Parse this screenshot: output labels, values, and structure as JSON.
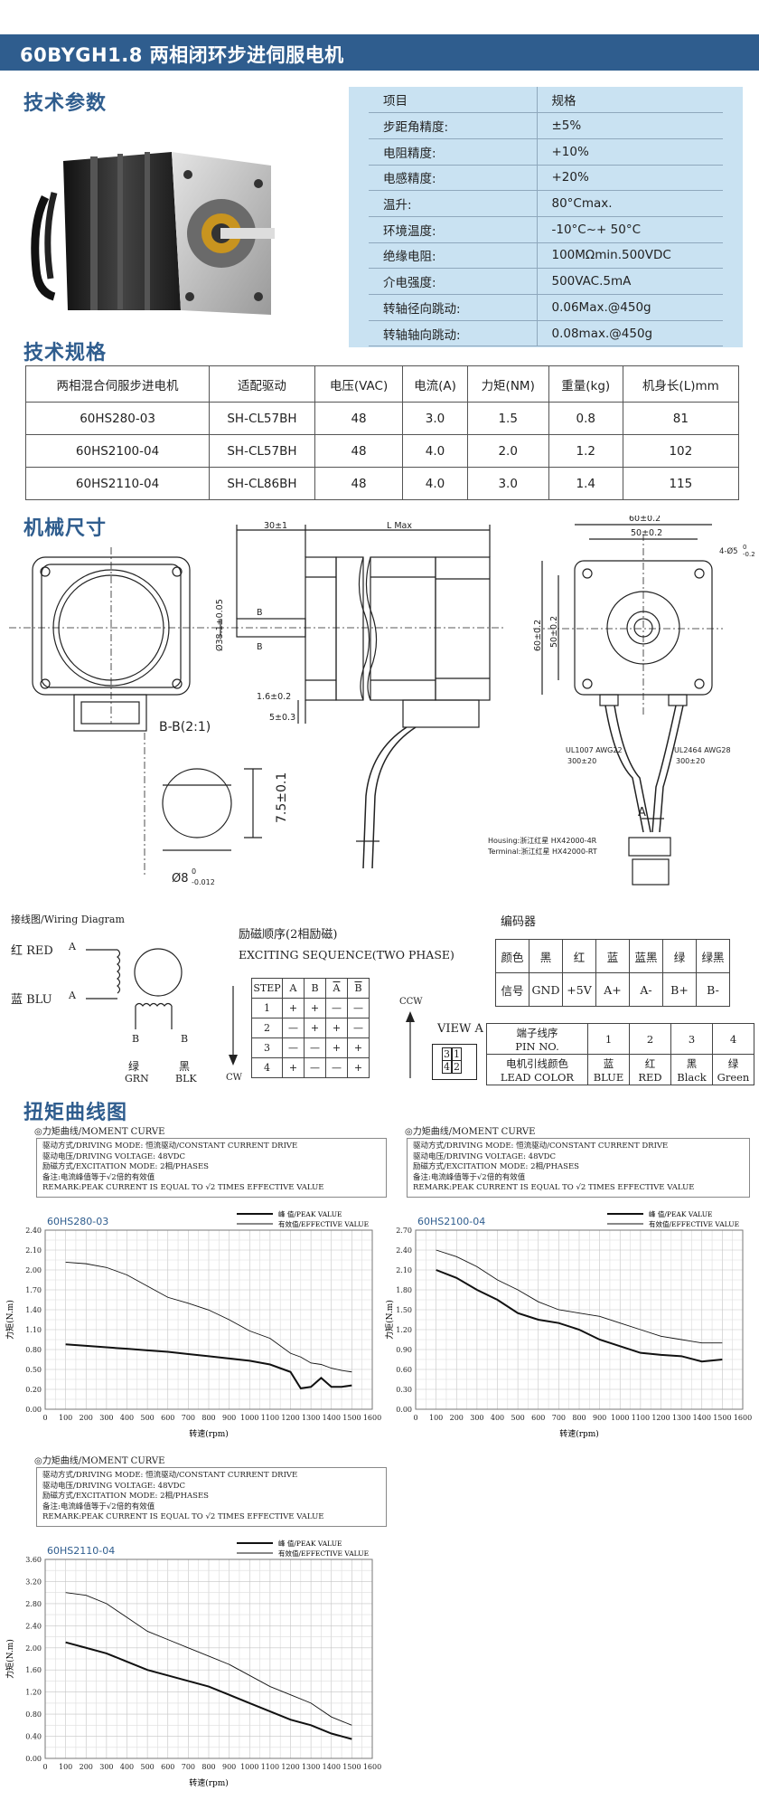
{
  "header": {
    "title": "60BYGH1.8 两相闭环步进伺服电机"
  },
  "sections": {
    "params": "技术参数",
    "specs": "技术规格",
    "mech": "机械尺寸",
    "torque": "扭矩曲线图"
  },
  "params_table": [
    [
      "项目",
      "规格"
    ],
    [
      "步距角精度:",
      "±5%"
    ],
    [
      "电阻精度:",
      "+10%"
    ],
    [
      "电感精度:",
      "+20%"
    ],
    [
      "温升:",
      "80°Cmax."
    ],
    [
      "环境温度:",
      "-10°C~+ 50°C"
    ],
    [
      "绝缘电阻:",
      "100MΩmin.500VDC"
    ],
    [
      "介电强度:",
      "500VAC.5mA"
    ],
    [
      "转轴径向跳动:",
      "0.06Max.@450g"
    ],
    [
      "转轴轴向跳动:",
      "0.08max.@450g"
    ]
  ],
  "spec_table": {
    "headers": [
      "两相混合伺服步进电机",
      "适配驱动",
      "电压(VAC)",
      "电流(A)",
      "力矩(NM)",
      "重量(kg)",
      "机身长(L)mm"
    ],
    "rows": [
      [
        "60HS280-03",
        "SH-CL57BH",
        "48",
        "3.0",
        "1.5",
        "0.8",
        "81"
      ],
      [
        "60HS2100-04",
        "SH-CL57BH",
        "48",
        "4.0",
        "2.0",
        "1.2",
        "102"
      ],
      [
        "60HS2110-04",
        "SH-CL86BH",
        "48",
        "4.0",
        "3.0",
        "1.4",
        "115"
      ]
    ]
  },
  "drawing": {
    "dim_30": "30±1",
    "dim_L": "L Max",
    "dim_shaft": "Ø38.1±0.05",
    "dim_16": "1.6±0.2",
    "dim_5": "5±0.3",
    "bb": "B-B(2:1)",
    "dim_75": "7.5±0.1",
    "dim_8": "Ø8",
    "dim_8_tol_top": "0",
    "dim_8_tol_bot": "-0.012",
    "b_mark": "B",
    "dim_60": "60±0.2",
    "dim_50": "50±0.2",
    "dim_60v": "60±0.2",
    "dim_50v": "50±0.2",
    "dim_hole": "4-Ø5",
    "dim_hole_tol_top": "0",
    "dim_hole_tol_bot": "-0.2",
    "ul1007": "UL1007 AWG22",
    "ul1007_len": "300±20",
    "ul2464": "UL2464 AWG28",
    "ul2464_len": "300±20",
    "a_mark": "A",
    "housing": "Housing:浙江红星 HX42000-4R",
    "terminal": "Terminal:浙江红星 HX42000-RT"
  },
  "wiring": {
    "title": "接线图/Wiring  Diagram",
    "red": "红 RED",
    "blu": "蓝 BLU",
    "a1": "A",
    "a2": "A",
    "b1": "B",
    "b2": "B",
    "grn": "绿",
    "grn_en": "GRN",
    "blk": "黑",
    "blk_en": "BLK"
  },
  "exciting": {
    "title_cn": "励磁顺序(2相励磁)",
    "title_en": "EXCITING SEQUENCE(TWO PHASE)",
    "headers": [
      "STEP",
      "A",
      "B",
      "A",
      "B"
    ],
    "rows": [
      [
        "1",
        "+",
        "+",
        "—",
        "—"
      ],
      [
        "2",
        "—",
        "+",
        "+",
        "—"
      ],
      [
        "3",
        "—",
        "—",
        "+",
        "+"
      ],
      [
        "4",
        "+",
        "—",
        "—",
        "+"
      ]
    ],
    "ccw": "CCW",
    "cw": "CW"
  },
  "encoder": {
    "title": "编码器",
    "row1": [
      "颜色",
      "黑",
      "红",
      "蓝",
      "蓝黑",
      "绿",
      "绿黑"
    ],
    "row2": [
      "信号",
      "GND",
      "+5V",
      "A+",
      "A-",
      "B+",
      "B-"
    ]
  },
  "pins": {
    "view": "VIEW A",
    "h1_cn": "端子线序",
    "h1_en": "PIN NO.",
    "h2_cn": "电机引线颜色",
    "h2_en": "LEAD COLOR",
    "nums": [
      "1",
      "2",
      "3",
      "4"
    ],
    "colors_cn": [
      "蓝",
      "红",
      "黑",
      "绿"
    ],
    "colors_en": [
      "BLUE",
      "RED",
      "Black",
      "Green"
    ],
    "pin_labels": [
      "3",
      "1",
      "4",
      "2"
    ]
  },
  "chart_notes": {
    "title": "◎力矩曲线/MOMENT CURVE",
    "l1": "驱动方式/DRIVING MODE: 恒流驱动/CONSTANT CURRENT DRIVE",
    "l2": "驱动电压/DRIVING VOLTAGE: 48VDC",
    "l3": "励磁方式/EXCITATION MODE: 2相/PHASES",
    "l4": "备注:电流峰值等于√2倍的有效值",
    "l5": "REMARK:PEAK CURRENT IS EQUAL TO √2 TIMES EFFECTIVE VALUE",
    "peak": "峰  值/PEAK VALUE",
    "eff": "有效值/EFFECTIVE VALUE",
    "ylabel": "力矩(N.m)",
    "xlabel": "转速(rpm)"
  },
  "chart_data": [
    {
      "type": "line",
      "title": "60HS280-03",
      "xlabel": "转速(rpm)",
      "ylabel": "力矩(N.m)",
      "x": [
        100,
        200,
        300,
        400,
        500,
        600,
        700,
        800,
        900,
        1000,
        1100,
        1200,
        1250,
        1300,
        1350,
        1400,
        1450,
        1500
      ],
      "series": [
        {
          "name": "峰  值/PEAK VALUE",
          "values": [
            0.87,
            0.85,
            0.83,
            0.81,
            0.79,
            0.77,
            0.74,
            0.71,
            0.68,
            0.65,
            0.6,
            0.5,
            0.28,
            0.3,
            0.42,
            0.3,
            0.3,
            0.32
          ]
        },
        {
          "name": "有效值/EFFECTIVE VALUE",
          "values": [
            1.97,
            1.95,
            1.9,
            1.8,
            1.65,
            1.5,
            1.42,
            1.33,
            1.2,
            1.05,
            0.95,
            0.75,
            0.7,
            0.62,
            0.6,
            0.55,
            0.52,
            0.5
          ]
        }
      ],
      "xlim": [
        0,
        1600
      ],
      "ylim": [
        0,
        2.4
      ],
      "yticks": [
        0.0,
        0.2,
        0.5,
        0.8,
        1.1,
        1.4,
        1.7,
        2.0,
        2.1,
        2.4
      ],
      "xticks": [
        0,
        100,
        200,
        300,
        400,
        500,
        600,
        700,
        800,
        900,
        1000,
        1100,
        1200,
        1300,
        1400,
        1500,
        1600
      ]
    },
    {
      "type": "line",
      "title": "60HS2100-04",
      "xlabel": "转速(rpm)",
      "ylabel": "力矩(N.m)",
      "x": [
        100,
        200,
        300,
        400,
        500,
        600,
        700,
        800,
        900,
        1000,
        1100,
        1200,
        1300,
        1400,
        1500
      ],
      "series": [
        {
          "name": "峰  值/PEAK VALUE",
          "values": [
            2.1,
            1.98,
            1.8,
            1.65,
            1.45,
            1.35,
            1.3,
            1.2,
            1.05,
            0.95,
            0.85,
            0.82,
            0.8,
            0.72,
            0.75
          ]
        },
        {
          "name": "有效值/EFFECTIVE VALUE",
          "values": [
            2.4,
            2.3,
            2.15,
            1.95,
            1.8,
            1.62,
            1.5,
            1.45,
            1.4,
            1.3,
            1.2,
            1.1,
            1.05,
            1.0,
            1.0
          ]
        }
      ],
      "xlim": [
        0,
        1600
      ],
      "ylim": [
        0,
        2.7
      ],
      "yticks": [
        0.0,
        0.3,
        0.6,
        0.9,
        1.2,
        1.5,
        1.8,
        2.1,
        2.4,
        2.7
      ],
      "xticks": [
        0,
        100,
        200,
        300,
        400,
        500,
        600,
        700,
        800,
        900,
        1000,
        1100,
        1200,
        1300,
        1400,
        1500,
        1600
      ]
    },
    {
      "type": "line",
      "title": "60HS2110-04",
      "xlabel": "转速(rpm)",
      "ylabel": "力矩(N.m)",
      "x": [
        100,
        200,
        300,
        400,
        500,
        600,
        700,
        800,
        900,
        1000,
        1100,
        1200,
        1300,
        1400,
        1500
      ],
      "series": [
        {
          "name": "峰  值/PEAK VALUE",
          "values": [
            2.1,
            2.0,
            1.9,
            1.75,
            1.6,
            1.5,
            1.4,
            1.3,
            1.15,
            1.0,
            0.85,
            0.7,
            0.6,
            0.45,
            0.35
          ]
        },
        {
          "name": "有效值/EFFECTIVE VALUE",
          "values": [
            3.0,
            2.95,
            2.8,
            2.55,
            2.3,
            2.15,
            2.0,
            1.85,
            1.7,
            1.5,
            1.3,
            1.15,
            1.0,
            0.75,
            0.6
          ]
        }
      ],
      "xlim": [
        0,
        1600
      ],
      "ylim": [
        0,
        3.6
      ],
      "yticks": [
        0.0,
        0.4,
        0.8,
        1.2,
        1.6,
        2.0,
        2.4,
        2.8,
        3.2,
        3.6
      ],
      "xticks": [
        0,
        100,
        200,
        300,
        400,
        500,
        600,
        700,
        800,
        900,
        1000,
        1100,
        1200,
        1300,
        1400,
        1500,
        1600
      ]
    }
  ]
}
